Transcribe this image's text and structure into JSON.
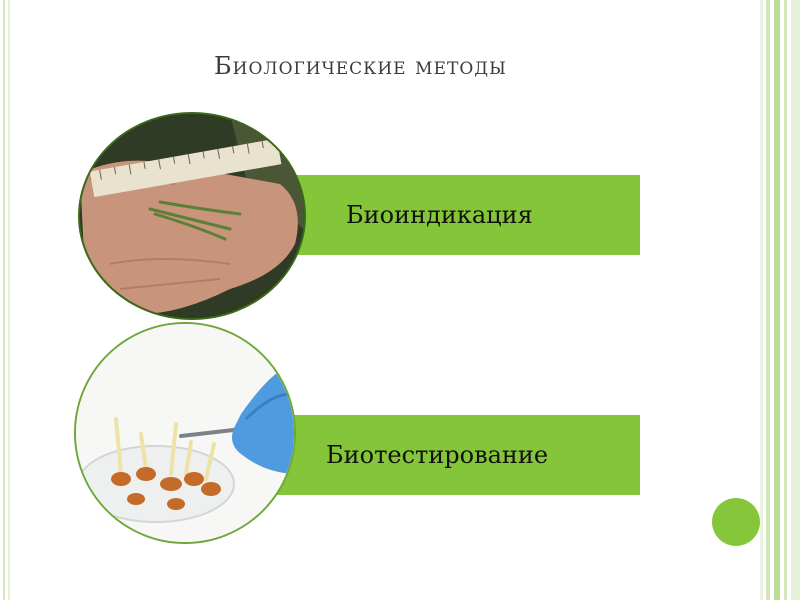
{
  "slide": {
    "title": "Биологические методы"
  },
  "methods": [
    {
      "label": "Биоиндикация"
    },
    {
      "label": "Биотестирование"
    }
  ],
  "colors": {
    "accent_green": "#85c53a",
    "title_text": "#3b3b3b",
    "label_text": "#111111"
  }
}
